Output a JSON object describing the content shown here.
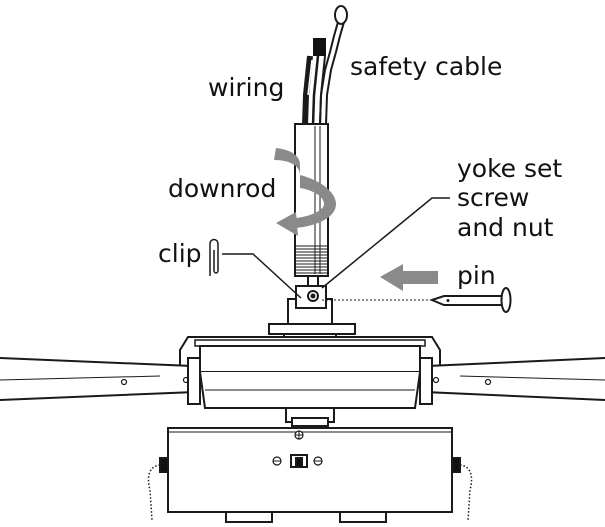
{
  "labels": {
    "safety_cable": "safety cable",
    "wiring": "wiring",
    "downrod": "downrod",
    "yoke_line1": "yoke set",
    "yoke_line2": "screw",
    "yoke_line3": "and nut",
    "clip": "clip",
    "pin": "pin"
  },
  "colors": {
    "line": "#1a1a1a",
    "arrow_gray": "#8a8a8a",
    "fill_white": "#ffffff"
  },
  "icons": [
    "rotation-arrow-icon",
    "insert-direction-arrow-icon",
    "clip-icon",
    "pin-icon"
  ]
}
